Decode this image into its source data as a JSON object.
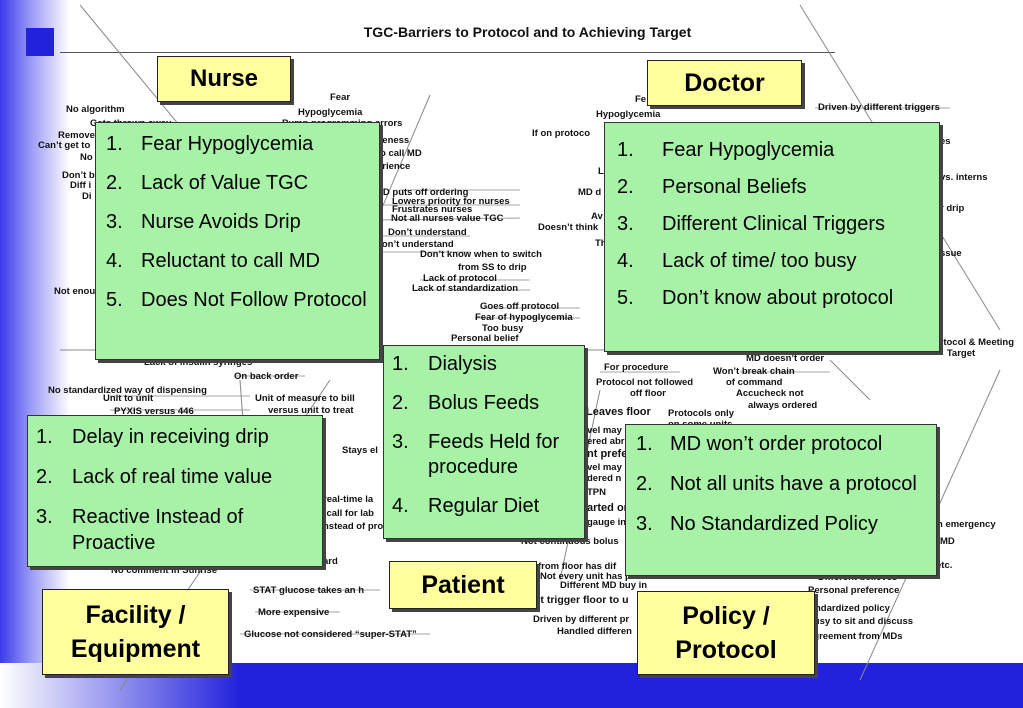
{
  "title": "TGC-Barriers to Protocol and to Achieving Target",
  "categories": {
    "nurse": "Nurse",
    "doctor": "Doctor",
    "patient": "Patient",
    "facility": "Facility / Equipment",
    "policy": "Policy / Protocol"
  },
  "effect_label": "s to Protocol & Meeting Target",
  "panels": {
    "nurse": [
      "Fear Hypoglycemia",
      "Lack of Value TGC",
      "Nurse Avoids Drip",
      "Reluctant to call MD",
      "Does Not Follow Protocol"
    ],
    "doctor": [
      "Fear Hypoglycemia",
      "Personal Beliefs",
      "Different Clinical Triggers",
      "Lack of time/ too busy",
      "Don’t know about protocol"
    ],
    "patient": [
      "Dialysis",
      "Bolus Feeds",
      "Feeds Held for procedure",
      "Regular Diet"
    ],
    "facility": [
      "Delay in receiving drip",
      "Lack of real time value",
      "Reactive Instead of Proactive"
    ],
    "policy": [
      "MD won’t order protocol",
      "Not all units have a protocol",
      "No Standardized Policy"
    ]
  },
  "background_labels": {
    "fear": "Fear",
    "hypoglycemia_n": "Hypoglycemia",
    "pump_errors": "Pump programming errors",
    "no_algorithm": "No algorithm",
    "gets_thrown_away": "Gets thrown away",
    "remove": "Remove",
    "cant_get_to": "Can’t get to",
    "no_frag": "No",
    "dont_b": "Don’t b",
    "diff_i": "Diff i",
    "di": "Di",
    "awareness": "veness",
    "to_call_md": "o call MD",
    "experience": "erience",
    "md_puts_off": "MD puts off ordering",
    "lowers_priority": "Lowers priority for nurses",
    "frustrates_nurses": "Frustrates nurses",
    "not_all_nurses": "Not all nurses value TGC",
    "dont_understand_1": "Don’t understand",
    "dont_understand_2": "Don’t understand",
    "dont_know_switch": "Don’t know when to switch",
    "from_ss": "from SS to drip",
    "lack_protocol": "Lack of protocol",
    "lack_std": "Lack of standardization",
    "not_enough": "Not enou",
    "goes_off": "Goes off protocol",
    "fear_hypo": "Fear of hypoglycemia",
    "too_busy_n": "Too busy",
    "personal_belief": "Personal belief",
    "lack_insulin_syringes": "Lack of insulin syringes",
    "on_back_order": "On back order",
    "no_std_dispensing": "No standardized way of dispensing",
    "unit_to_unit": "Unit to unit",
    "unit_measure": "Unit of measure to bill",
    "versus_unit": "versus unit to treat",
    "pyxis": "PYXIS versus 446",
    "stays": "Stays el",
    "real_time": "real-time la",
    "call_for_lab": "o call for lab",
    "instead_of_pro": "nstead of pro",
    "ard": "ard",
    "no_comment": "No comment in Sunrise",
    "stat_glucose": "STAT glucose takes an h",
    "more_expensive": "More expensive",
    "glucose_not": "Glucose not considered “super-STAT”",
    "fe": "Fe",
    "hypoglycemia_d": "Hypoglycemia",
    "driven_by": "Driven by different triggers",
    "if_on_protocol": "If on protoco",
    "es": "es",
    "l": "L",
    "vs_interns": "vs. interns",
    "md_d": "MD d",
    "r_drip": "r drip",
    "av": "Av",
    "dont_think": "Doesn’t think",
    "th": "Th",
    "ssue": "ssue",
    "md_doesnt_order": "MD doesn’t order",
    "for_procedure": "For procedure",
    "wont_break": "Won’t break chain",
    "of_command": "of command",
    "protocol_not_followed": "Protocol not followed",
    "off_floor": "off floor",
    "accucheck": "Accucheck not",
    "always_ordered": "always ordered",
    "leaves_floor": "Leaves floor",
    "protocols_only": "Protocols only",
    "on_some_units": "on some units",
    "vel_may": "vel may",
    "ered_abr": "ered abr",
    "nt_prefe": "nt prefe",
    "vel_may_2": "vel may",
    "dered_n": "dered n",
    "tpn": "TPN",
    "arted_or": "arted or",
    "gauge_in": "gauge in",
    "not_cont_bolus": "Not continuous bolus",
    "in_emergency": "n emergency",
    "md_r": "MD",
    "etc": "etc.",
    "from_floor": "from floor has dif",
    "not_every_unit": "Not every unit has protocol",
    "different_md_buy": "Different MD buy in",
    "nt_trigger": "nt trigger floor to u",
    "driven_by_diff_pr": "Driven by different pr",
    "handled_diff": "Handled differen",
    "different_believes": "Different believes",
    "personal_pref": "Personal preference",
    "std_policy": "ndardized policy",
    "busy_sit": "busy to sit and discuss",
    "disagreement": "agreement from MDs"
  },
  "colors": {
    "accent_blue": "#2222dd",
    "panel_green": "#a8f2a8",
    "category_yellow": "#ffff9e"
  }
}
